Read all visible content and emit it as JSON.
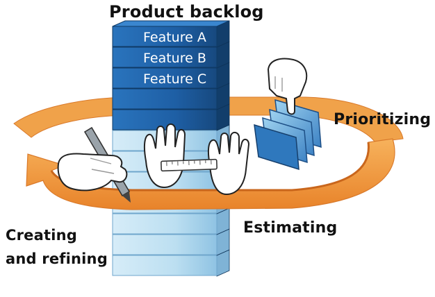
{
  "diagram": {
    "title": "Product backlog",
    "features": [
      "Feature A",
      "Feature B",
      "Feature C"
    ],
    "activities": {
      "prioritizing": "Prioritizing",
      "estimating": "Estimating",
      "creating_line1": "Creating",
      "creating_line2": "and refining"
    }
  },
  "colors": {
    "backlog_dark": "#1f5fa3",
    "backlog_light": "#bfe0f2",
    "cycle_orange": "#f29a3c",
    "text": "#111111"
  },
  "icons": [
    "writing-hand-icon",
    "pencil-icon",
    "measuring-hands-icon",
    "ruler-icon",
    "sorting-hand-icon",
    "card-stack-icon",
    "cycle-arrow-icon"
  ]
}
